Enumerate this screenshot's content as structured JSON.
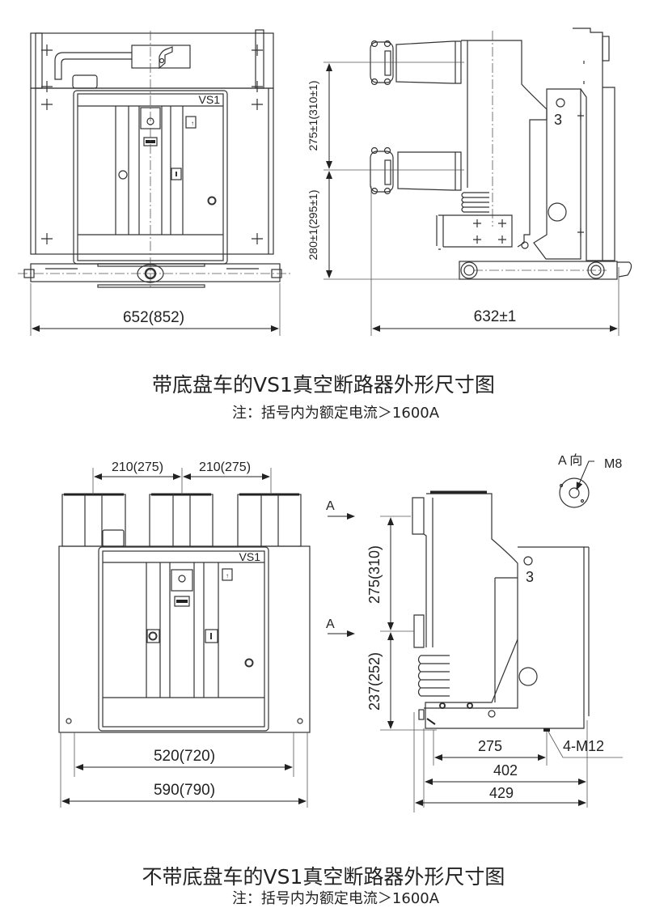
{
  "section1": {
    "title": "带底盘车的VS1真空断路器外形尺寸图",
    "note": "注：括号内为额定电流＞1600A",
    "front_view": {
      "nameplate": "VS1",
      "width_dim": "652(852)"
    },
    "side_view": {
      "phase_label": "3",
      "upper_dim": "275±1(310±1)",
      "lower_dim": "280±1(295±1)",
      "depth_dim": "632±1"
    }
  },
  "section2": {
    "title": "不带底盘车的VS1真空断路器外形尺寸图",
    "note": "注：括号内为额定电流＞1600A",
    "front_view": {
      "nameplate": "VS1",
      "pitch_dim_1": "210(275)",
      "pitch_dim_2": "210(275)",
      "inner_width_dim": "520(720)",
      "outer_width_dim": "590(790)"
    },
    "side_view": {
      "phase_label": "3",
      "view_arrow_1": "A",
      "view_arrow_2": "A",
      "detail_view_label": "A 向",
      "thread_label": "M8",
      "upper_dim": "275(310)",
      "lower_dim": "237(252)",
      "mount_dim": "275",
      "mount_hole_label": "4-M12",
      "depth_dim_1": "402",
      "depth_dim_2": "429"
    }
  }
}
